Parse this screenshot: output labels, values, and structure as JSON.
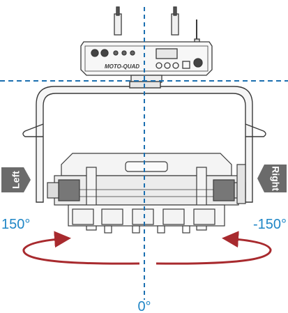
{
  "labels": {
    "left_tag": "Left",
    "right_tag": "Right",
    "left_angle": "150°",
    "right_angle": "-150°",
    "center_angle": "0°",
    "brand": "MOTO-QUAD"
  },
  "colors": {
    "axis": "#1b6fb0",
    "angle_text": "#1f86c6",
    "arrow": "#a82a2e",
    "tag_bg": "#6b6b6b",
    "tag_text": "#ffffff",
    "ink": "#3a3a3a"
  },
  "icons": {
    "rotation_left": "curved-arrow-icon",
    "rotation_right": "curved-arrow-icon",
    "controller": "control-box-icon",
    "fixture": "light-fixture-icon"
  }
}
